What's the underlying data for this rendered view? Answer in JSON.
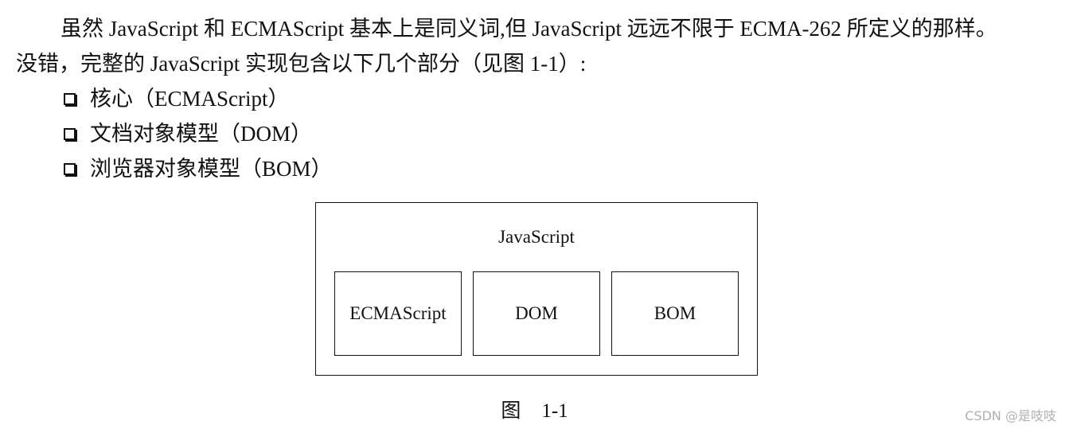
{
  "paragraph": {
    "line1": "虽然 JavaScript 和 ECMAScript 基本上是同义词,但 JavaScript 远远不限于 ECMA-262 所定义的那样。",
    "line2": "没错，完整的 JavaScript 实现包含以下几个部分（见图 1-1）:"
  },
  "list_items": [
    "核心（ECMAScript）",
    "文档对象模型（DOM）",
    "浏览器对象模型（BOM）"
  ],
  "figure": {
    "title": "JavaScript",
    "modules": [
      "ECMAScript",
      "DOM",
      "BOM"
    ],
    "caption_label": "图",
    "caption_number": "1-1"
  },
  "watermark": "CSDN @是吱吱"
}
